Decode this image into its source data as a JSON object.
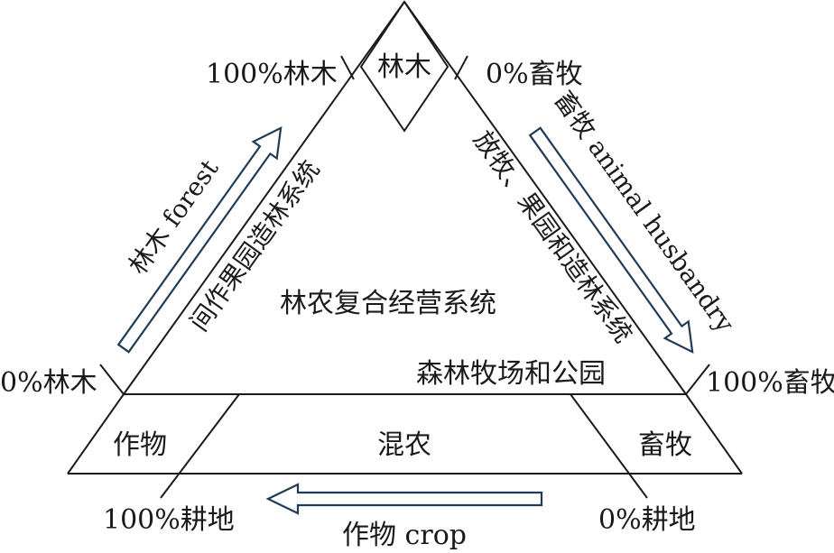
{
  "apex": {
    "label": "林木"
  },
  "corners": {
    "top_left": "100%林木",
    "top_right": "0%畜牧",
    "left": "0%林木",
    "right": "100%畜牧",
    "bottom_left": "100%耕地",
    "bottom_right": "0%耕地"
  },
  "center": {
    "system": "林农复合经营系统",
    "parks": "森林牧场和公园"
  },
  "side_labels": {
    "left_inner": "间作果园造林系统",
    "right_inner": "放牧、果园和造林系统"
  },
  "bottom_band": {
    "left": "作物",
    "middle": "混农",
    "right": "畜牧"
  },
  "arrows": {
    "left": "林木 forest",
    "right": "畜牧 animal husbandry",
    "bottom": "作物 crop"
  },
  "colors": {
    "line": "#1a1a1a",
    "arrow_outline": "#1f3b57"
  }
}
